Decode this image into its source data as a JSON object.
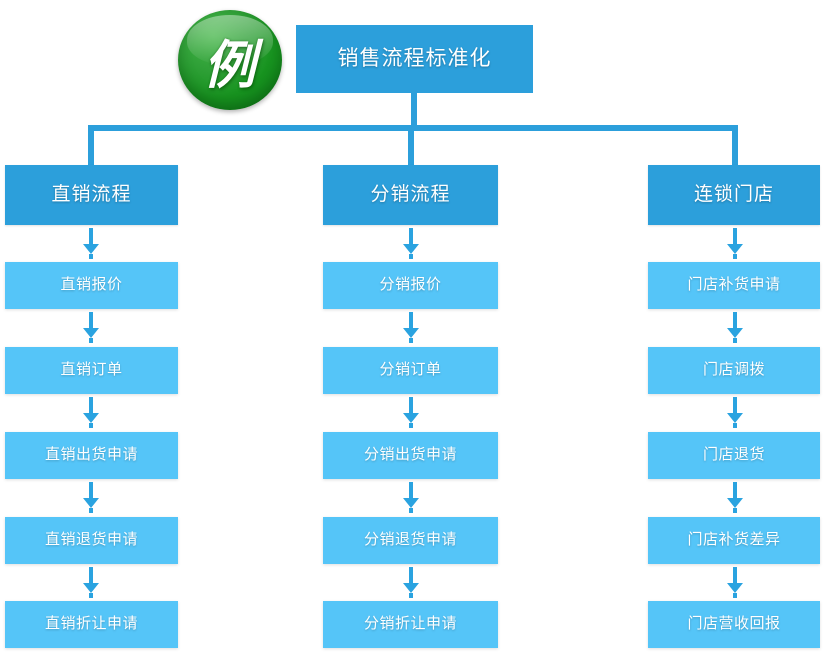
{
  "diagram": {
    "badge": {
      "label": "例",
      "name": "example-badge"
    },
    "title": {
      "label": "销售流程标准化"
    },
    "colors": {
      "header_blue": "#2c9fdb",
      "step_blue": "#55c5f8",
      "connector_blue": "#2aa3e0",
      "badge_green": "#17931f",
      "text_white": "#ffffff"
    },
    "columns": [
      {
        "header": "直销流程",
        "steps": [
          "直销报价",
          "直销订单",
          "直销出货申请",
          "直销退货申请",
          "直销折让申请"
        ]
      },
      {
        "header": "分销流程",
        "steps": [
          "分销报价",
          "分销订单",
          "分销出货申请",
          "分销退货申请",
          "分销折让申请"
        ]
      },
      {
        "header": "连锁门店",
        "steps": [
          "门店补货申请",
          "门店调拨",
          "门店退货",
          "门店补货差异",
          "门店营收回报"
        ]
      }
    ]
  }
}
